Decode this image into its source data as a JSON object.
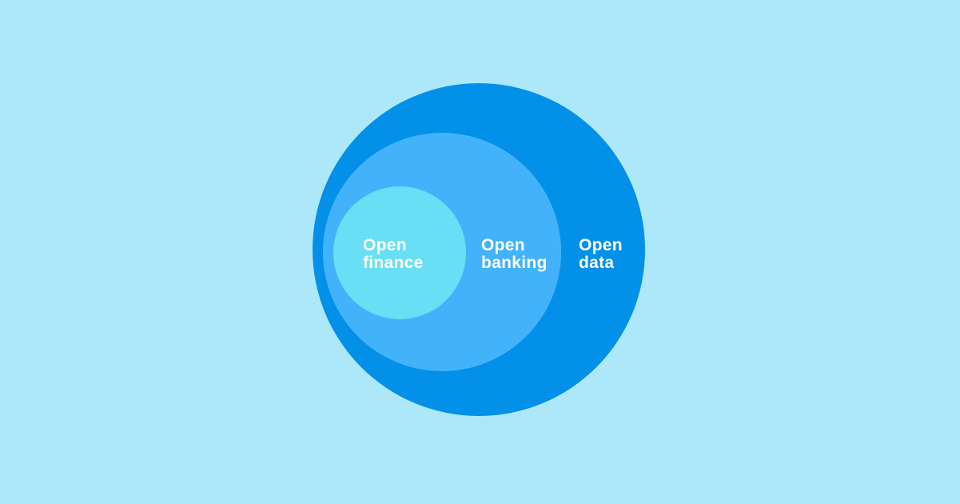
{
  "page": {
    "background_color": "#ADE8FA"
  },
  "diagram": {
    "type": "nested-circles",
    "description": "Euler diagram of three concentric circles: open finance sits inside open banking, which sits inside open data",
    "text_color": "#ffffff",
    "circles": {
      "outer": {
        "name": "open-data",
        "label": "Open\ndata",
        "color": "#0290E9"
      },
      "middle": {
        "name": "open-banking",
        "label": "Open\nbanking",
        "color": "#42B3FB"
      },
      "inner": {
        "name": "open-finance",
        "label": "Open\nfinance",
        "color": "#69DFF5"
      }
    }
  }
}
